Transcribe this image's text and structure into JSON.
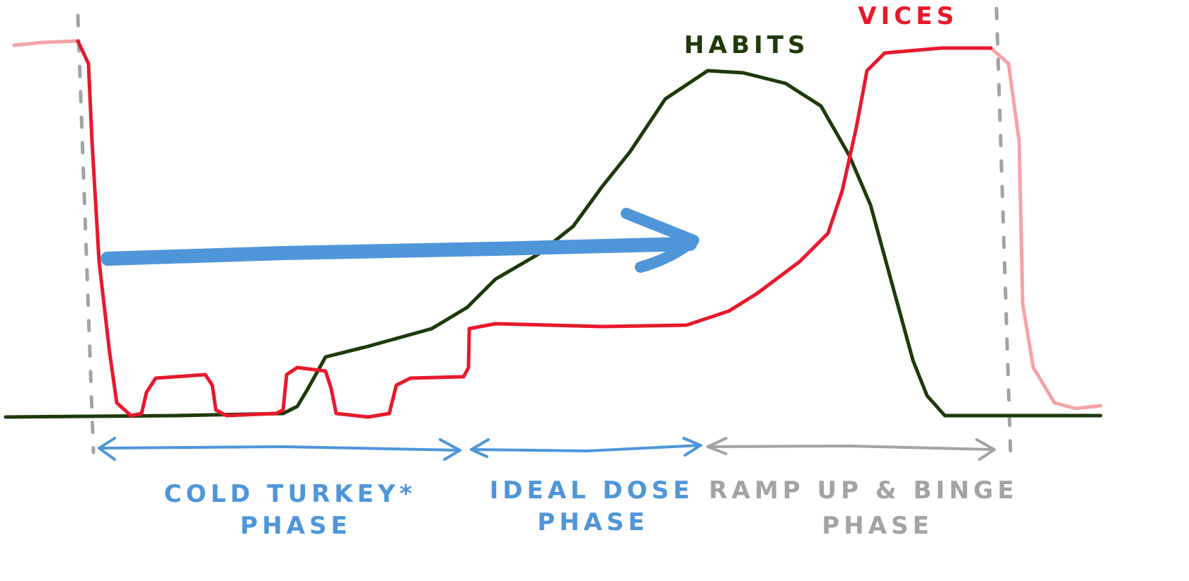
{
  "labels": {
    "habits": "HABITS",
    "vices": "VICES",
    "cold_turkey_line1": "COLD TURKEY*",
    "cold_turkey_line2": "PHASE",
    "ideal_dose_line1": "IDEAL DOSE",
    "ideal_dose_line2": "PHASE",
    "ramp_up_line1": "RAMP UP & BINGE",
    "ramp_up_line2": "PHASE"
  },
  "colors": {
    "habits": "#1f3a0a",
    "vices": "#e8192c",
    "vices_faded": "#f5a3a6",
    "arrow": "#4f96d9",
    "divider": "#a3a3a3"
  }
}
